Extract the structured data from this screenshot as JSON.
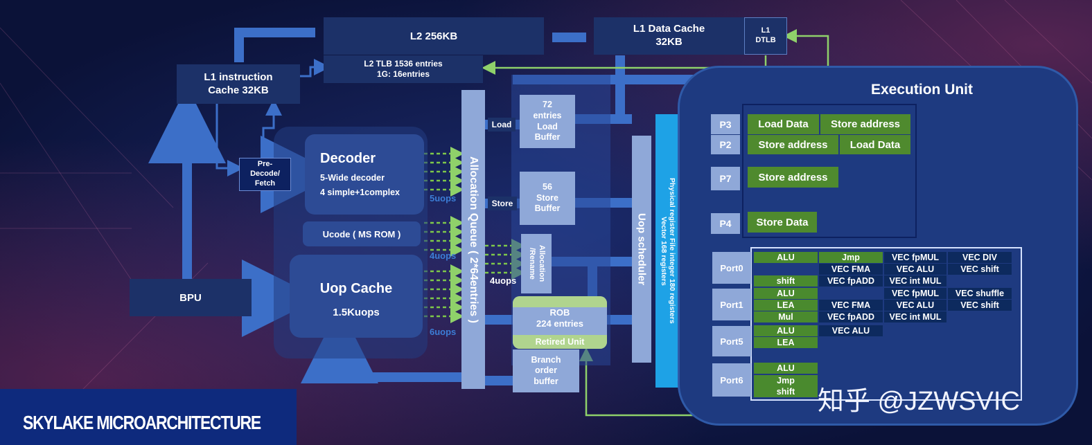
{
  "caches": {
    "l2_title": "L2 256KB",
    "l2_tlb": "L2 TLB 1536 entries\n1G:  16entries",
    "l1d": "L1 Data Cache\n32KB",
    "l1_dtlb": "L1\nDTLB",
    "l1i": "L1 instruction\nCache 32KB"
  },
  "frontend": {
    "predecode": "Pre-\nDecode/\nFetch",
    "decoder_title": "Decoder",
    "decoder_sub": "5-Wide decoder\n4 simple+1complex",
    "ucode": "Ucode ( MS ROM )",
    "uop_cache_title": "Uop Cache",
    "uop_cache_sub": "1.5Kuops",
    "bpu": "BPU",
    "uops5": "5uops",
    "uops4": "4uops",
    "uops6": "6uops"
  },
  "backend": {
    "alloc_queue": "Allocation Queue ( 2*64entries )",
    "load_label": "Load",
    "store_label": "Store",
    "load_buffer": "72\nentries\nLoad\nBuffer",
    "store_buffer": "56\nStore\nBuffer",
    "alloc_rename": "Allocation\n/Rename",
    "uops4b": "4uops",
    "rob": "ROB\n224 entries",
    "retired": "Retired Unit",
    "branch_order": "Branch\norder\nbuffer",
    "uop_scheduler": "Uop scheduler",
    "reg_file": "Physical register File integer 180  registers\nVector 168 registers"
  },
  "execution": {
    "title": "Execution Unit",
    "ports_top": [
      "P3",
      "P2",
      "P7",
      "P4"
    ],
    "p3": [
      "Load Data",
      "Store address"
    ],
    "p2": [
      "Store address",
      "Load Data"
    ],
    "p7": [
      "Store address"
    ],
    "p4": [
      "Store Data"
    ],
    "ports_bottom": [
      "Port0",
      "Port1",
      "Port5",
      "Port6"
    ],
    "port0": [
      [
        "ALU",
        "Jmp",
        "VEC fpMUL",
        "VEC DIV"
      ],
      [
        "VEC FMA",
        "VEC ALU",
        "VEC shift"
      ],
      [
        "shift",
        "VEC fpADD",
        "VEC int MUL"
      ]
    ],
    "port1": [
      [
        "ALU",
        "VEC fpMUL",
        "VEC shuffle"
      ],
      [
        "LEA",
        "VEC FMA",
        "VEC ALU",
        "VEC shift"
      ],
      [
        "Mul",
        "VEC fpADD",
        "VEC int MUL"
      ]
    ],
    "port5": [
      [
        "ALU",
        "VEC ALU"
      ],
      [
        "LEA"
      ]
    ],
    "port6": [
      [
        "ALU"
      ],
      [
        "Jmp"
      ],
      [
        "shift"
      ]
    ]
  },
  "footer": {
    "banner": "SKYLAKE MICROARCHITECTURE",
    "watermark": "知乎 @JZWSVIC"
  },
  "colors": {
    "accent_green": "#4f8a2e",
    "box_dark": "#1c3168",
    "box_light": "#8fa8d8",
    "arrow_blue": "#3c6fc8",
    "arrow_yellow": "#ffd97a",
    "uops_text": "#3c7dd6"
  }
}
